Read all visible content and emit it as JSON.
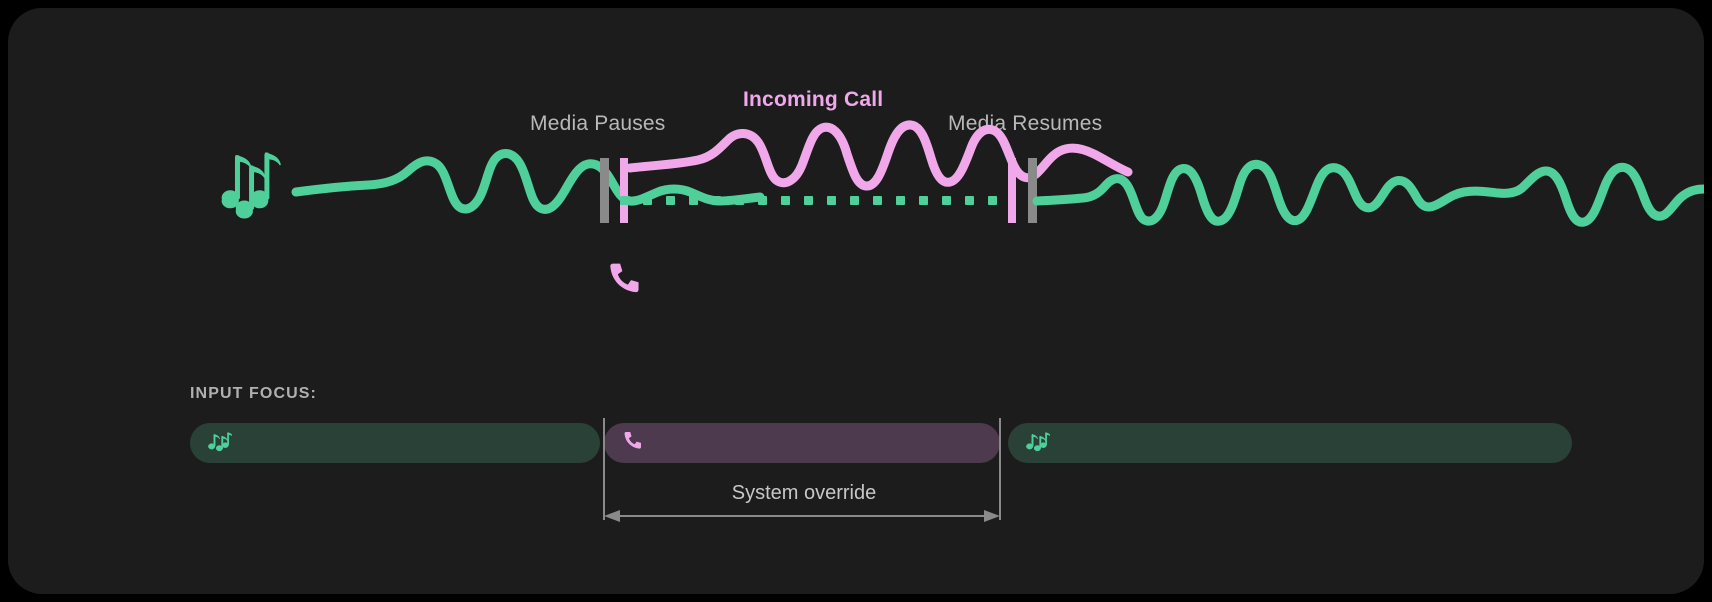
{
  "card": {
    "background": "#1c1c1c"
  },
  "timeline": {
    "labels": {
      "media_pauses": "Media Pauses",
      "incoming_call": "Incoming Call",
      "media_resumes": "Media Resumes"
    },
    "icons": {
      "music_notes": "music-notes-icon",
      "phone": "phone-icon"
    },
    "colors": {
      "media_green": "#4fcf9a",
      "call_pink": "#f0a8ea",
      "marker_gray": "#8a8a8a",
      "label_gray": "#b9b9b9"
    },
    "segments": [
      {
        "name": "media-playing-before",
        "state": "playing",
        "color": "#4fcf9a"
      },
      {
        "name": "media-paused",
        "state": "paused",
        "color": "#4fcf9a",
        "style": "dotted"
      },
      {
        "name": "call-audio",
        "state": "active",
        "color": "#f0a8ea"
      },
      {
        "name": "media-playing-after",
        "state": "playing",
        "color": "#4fcf9a"
      }
    ],
    "markers": [
      {
        "name": "pause-marker",
        "position_pct": 33.0
      },
      {
        "name": "resume-marker",
        "position_pct": 57.5
      }
    ]
  },
  "focus": {
    "title": "INPUT FOCUS:",
    "bars": [
      {
        "name": "media-focus-before",
        "icon": "music-notes-icon",
        "glyph": "♫♪",
        "background": "#2a4138",
        "icon_color": "#4fcf9a"
      },
      {
        "name": "call-focus",
        "icon": "phone-icon",
        "glyph": "☎",
        "background": "#4d3a4e",
        "icon_color": "#f0a8ea"
      },
      {
        "name": "media-focus-after",
        "icon": "music-notes-icon",
        "glyph": "♫♪",
        "background": "#2a4138",
        "icon_color": "#4fcf9a"
      }
    ],
    "override": {
      "label": "System override",
      "arrow": "double-headed-arrow",
      "color": "#8a8a8a"
    }
  }
}
